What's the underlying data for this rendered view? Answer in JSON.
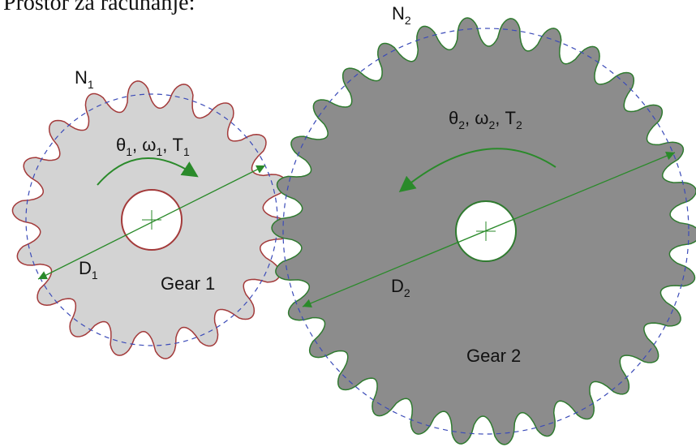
{
  "header": {
    "text": "Prostor za računanje:"
  },
  "gear1": {
    "name": "Gear 1",
    "teeth_label": {
      "main": "N",
      "sub": "1"
    },
    "diameter_label": {
      "main": "D",
      "sub": "1"
    },
    "motion_label": {
      "theta": "θ",
      "theta_sub": "1",
      "omega": "ω",
      "omega_sub": "1",
      "torque": "T",
      "torque_sub": "1",
      "sep": ", "
    },
    "teeth": 18,
    "fill_color": "#d3d3d3",
    "outline_color": "#a33a3a"
  },
  "gear2": {
    "name": "Gear 2",
    "teeth_label": {
      "main": "N",
      "sub": "2"
    },
    "diameter_label": {
      "main": "D",
      "sub": "2"
    },
    "motion_label": {
      "theta": "θ",
      "theta_sub": "2",
      "omega": "ω",
      "omega_sub": "2",
      "torque": "T",
      "torque_sub": "2",
      "sep": ", "
    },
    "teeth": 30,
    "fill_color": "#8c8c8c",
    "outline_color": "#2f7a2f"
  },
  "colors": {
    "pitch_circle": "#3b4bb8",
    "annotation_green": "#2a8a2a"
  }
}
